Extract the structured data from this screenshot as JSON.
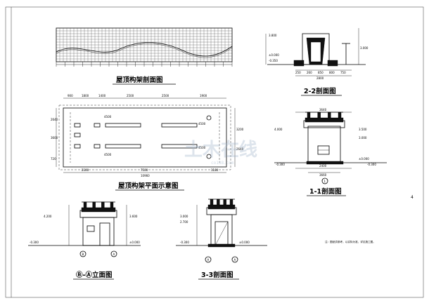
{
  "titles": {
    "roof_frame_section": "屋顶构架剖面图",
    "roof_frame_plan": "屋顶构架平面示意图",
    "section_2_2": "2-2剖面图",
    "section_1_1": "1-1剖面图",
    "elevation": "Ⓑ-Ⓐ立面图",
    "section_3_3": "3-3剖面图"
  },
  "plan_dims_top": [
    "900",
    "1800",
    "1400",
    "2500",
    "2500",
    "1900"
  ],
  "plan_dims_bottom": [
    "2300",
    "7500",
    "1180"
  ],
  "plan_total": "10960",
  "plan_left": [
    "2640",
    "3600",
    "720"
  ],
  "plan_right": [
    "3200",
    "2640"
  ],
  "plan_labels": [
    "4500",
    "4500",
    "4500",
    "4500"
  ],
  "sec22_dims": [
    "250",
    "260",
    "850",
    "800",
    "750",
    "2800"
  ],
  "sec22_levels": [
    "3.800",
    "±0.000",
    "-0.350",
    "3.000"
  ],
  "sec11_dims": [
    "2400",
    "3640",
    "3660"
  ],
  "sec11_levels": [
    "4.000",
    "3.500",
    "3.000",
    "±0.000",
    "-0.300",
    "-0.300"
  ],
  "elev_levels": [
    "4.200",
    "3.600",
    "±0.000",
    "-0.300"
  ],
  "sec33_levels": [
    "3.000",
    "2.700",
    "±0.000",
    "-0.300"
  ],
  "axis_labels": {
    "elev_left": "B",
    "elev_right": "A",
    "sec33_left": "A",
    "sec33_right": "A",
    "sec11_mark": "1"
  },
  "note_text": "注：图纸供参考，以实际为准，详见施工图。",
  "page_number": "4",
  "watermark": "土木在线",
  "watermark_url": "co188.com"
}
